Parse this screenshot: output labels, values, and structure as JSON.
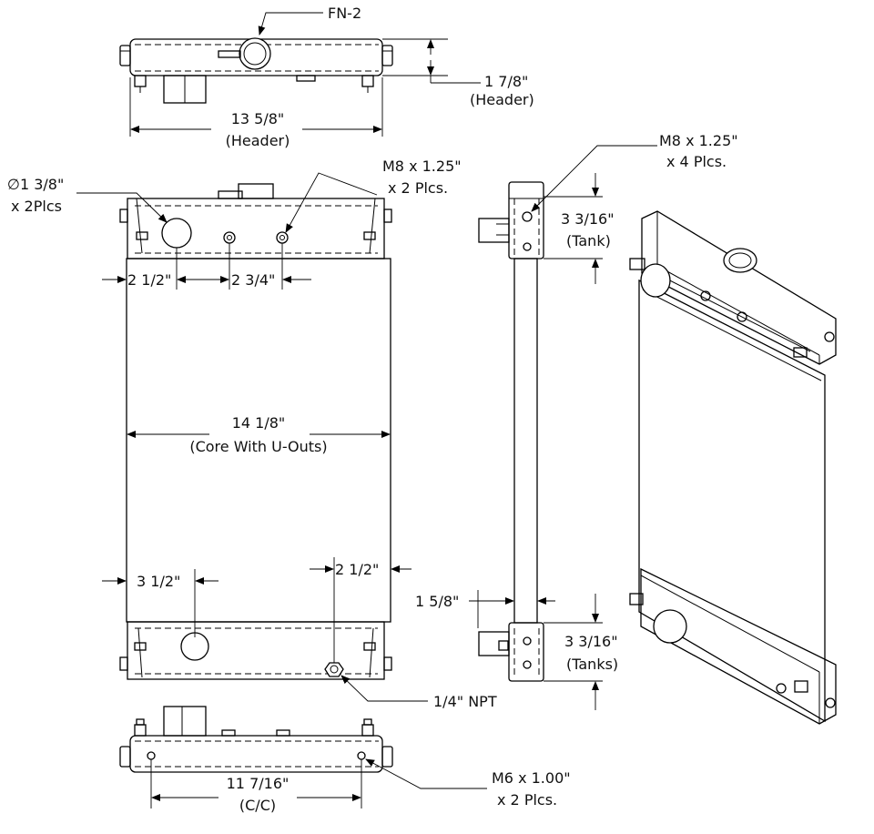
{
  "labels": {
    "fn2": "FN-2",
    "header_height_value": "1 7/8\"",
    "header_height_note": "(Header)",
    "header_width_value": "13 5/8\"",
    "header_width_note": "(Header)",
    "inlet_diameter_value": "∅1 3/8\"",
    "inlet_diameter_qty": "x 2Plcs",
    "top_thread_value": "M8 x 1.25\"",
    "top_thread_qty": "x 2 Plcs.",
    "top_left_offset": "2 1/2\"",
    "top_spacing": "2 3/4\"",
    "core_width_value": "14 1/8\"",
    "core_width_note": "(Core With U-Outs)",
    "bottom_left_offset": "3 1/2\"",
    "bottom_right_offset": "2 1/2\"",
    "drain": "1/4\" NPT",
    "side_thread_value": "M8 x 1.25\"",
    "side_thread_qty": "x 4 Plcs.",
    "tank_top_value": "3 3/16\"",
    "tank_top_note": "(Tank)",
    "side_depth": "1 5/8\"",
    "tank_bottom_value": "3 3/16\"",
    "tank_bottom_note": "(Tanks)",
    "cc_value": "11 7/16\"",
    "cc_note": "(C/C)",
    "bottom_thread_value": "M6 x 1.00\"",
    "bottom_thread_qty": "x 2 Plcs."
  }
}
